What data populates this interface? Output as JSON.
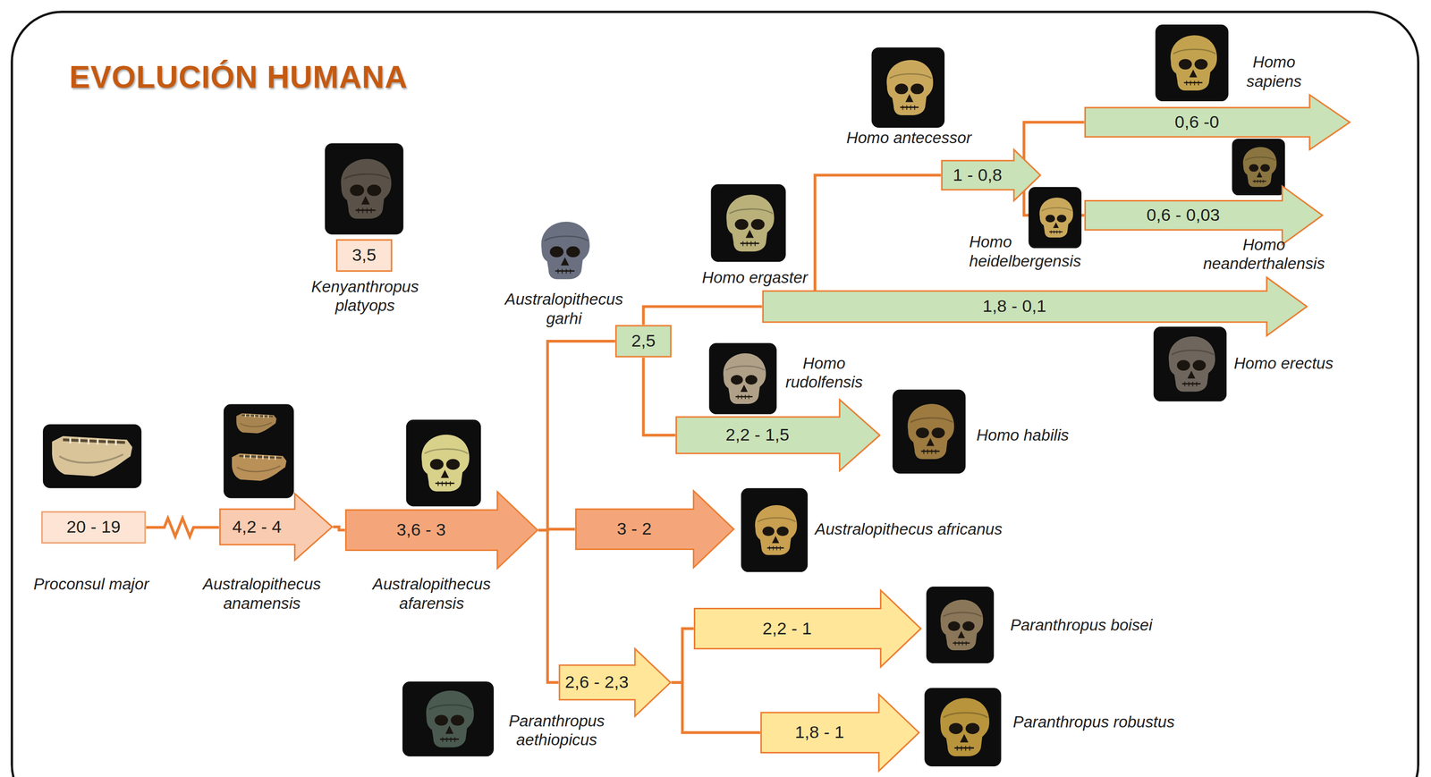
{
  "diagram": {
    "title": "EVOLUCIÓN HUMANA",
    "nodes": [
      {
        "text": [
          "20 - 19",
          "Proconsul major"
        ]
      },
      {
        "text": [
          "4,2 - 4",
          "Australopithecus anamensis"
        ]
      },
      {
        "text": [
          "3,6 - 3",
          "Australopithecus afarensis"
        ]
      },
      {
        "text": [
          "3,5",
          "Kenyanthropus platyops"
        ]
      },
      {
        "text": [
          "2,5",
          "Australopithecus garhi"
        ]
      },
      {
        "text": [
          "3 - 2",
          "Australopithecus africanus"
        ]
      },
      {
        "text": [
          "2,6 - 2,3",
          "Paranthropus aethiopicus"
        ]
      },
      {
        "text": [
          "2,2 - 1",
          "Paranthropus boisei"
        ]
      },
      {
        "text": [
          "1,8 - 1",
          "Paranthropus robustus"
        ]
      },
      {
        "text": [
          "2,2 - 1,5",
          "Homo habilis"
        ]
      },
      {
        "text": [
          "1,8 - 0,1",
          "Homo erectus"
        ]
      },
      {
        "text": [
          "1 - 0,8",
          "Homo antecessor"
        ]
      },
      {
        "text": [
          "0,6 -0",
          "Homo sapiens"
        ]
      },
      {
        "text": [
          "0,6 - 0,03",
          "Homo neanderthalensis"
        ]
      }
    ],
    "edges": [
      {
        "from": 0,
        "to": 1,
        "arrow": "none"
      },
      {
        "from": 1,
        "to": 2,
        "arrow": "none"
      },
      {
        "from": 2,
        "to": 4,
        "arrow": "none"
      },
      {
        "from": 2,
        "to": 5,
        "arrow": "none"
      },
      {
        "from": 2,
        "to": 6,
        "arrow": "none"
      },
      {
        "from": 4,
        "to": 9,
        "arrow": "none"
      },
      {
        "from": 4,
        "to": 10,
        "arrow": "none"
      },
      {
        "from": 6,
        "to": 7,
        "arrow": "none"
      },
      {
        "from": 6,
        "to": 8,
        "arrow": "none"
      },
      {
        "from": 10,
        "to": 11,
        "arrow": "none"
      },
      {
        "from": 11,
        "to": 12,
        "arrow": "none"
      },
      {
        "from": 11,
        "to": 13,
        "arrow": "none"
      }
    ],
    "labels": [
      "Homo rudolfensis",
      "Homo ergaster",
      "Homo heidelbergensis"
    ]
  }
}
